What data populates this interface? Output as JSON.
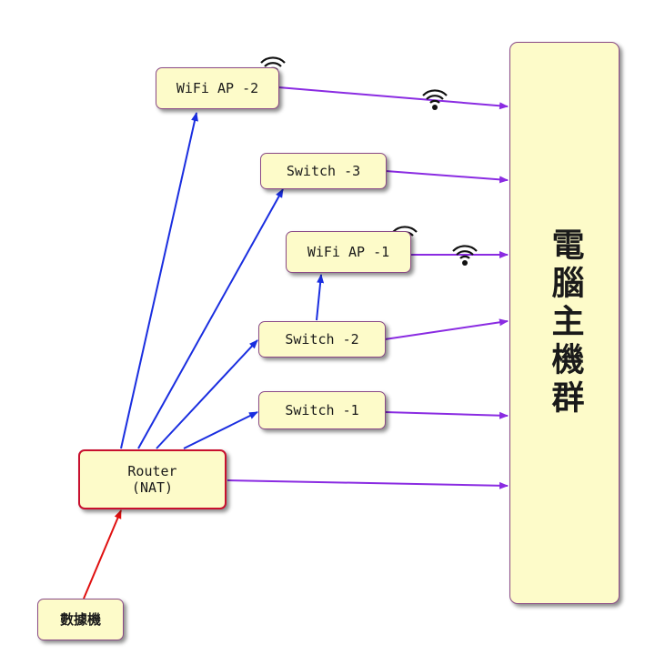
{
  "nodes": {
    "wifi_ap_2": "WiFi AP -2",
    "switch_3": "Switch -3",
    "wifi_ap_1": "WiFi AP -1",
    "switch_2": "Switch -2",
    "switch_1": "Switch -1",
    "router": "Router\n(NAT)",
    "data_card": "數據機",
    "host_cluster": "電腦主機群"
  },
  "colors": {
    "node_fill": "#fdfbc9",
    "node_border": "#8a4a86",
    "router_border": "#c8102e",
    "link_blue": "#1a2ee0",
    "link_purple": "#8a2be2",
    "link_red": "#e01010"
  },
  "icons": [
    "wifi-icon"
  ]
}
